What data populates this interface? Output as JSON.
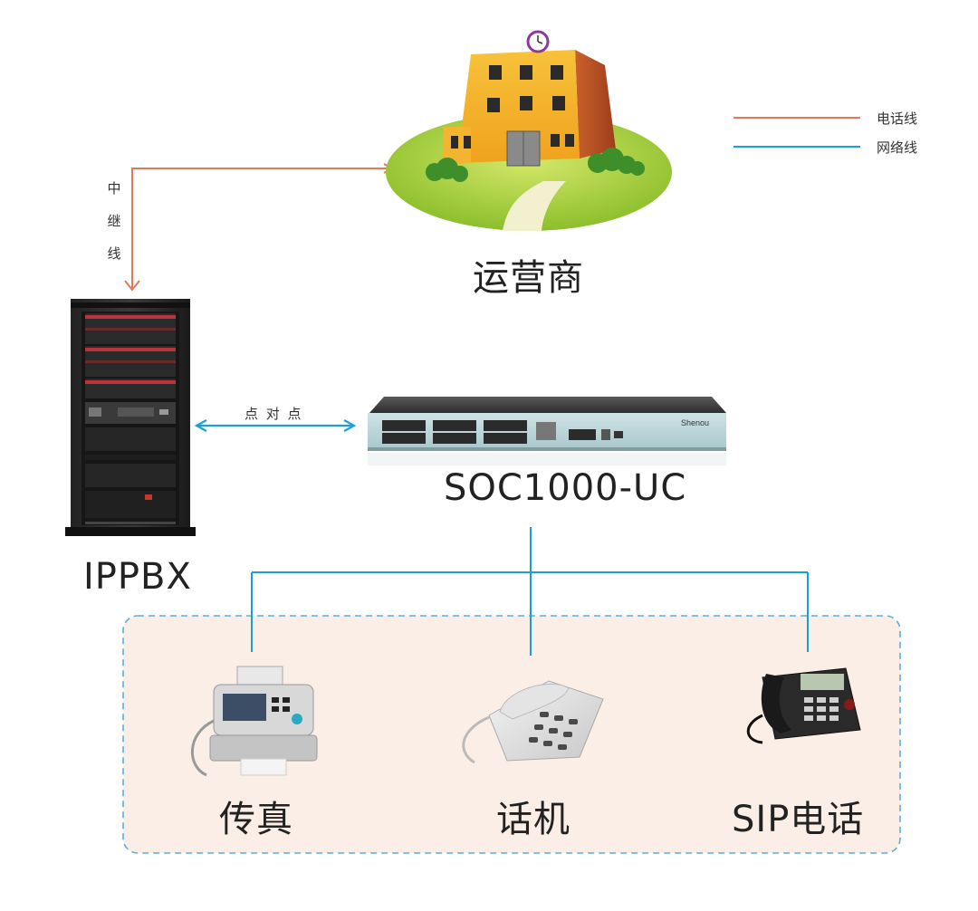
{
  "legend": {
    "phone_line": {
      "label": "电话线",
      "color": "#e0785a"
    },
    "network_line": {
      "label": "网络线",
      "color": "#1aa0d8"
    }
  },
  "nodes": {
    "carrier": {
      "label": "运营商"
    },
    "ippbx": {
      "label": "IPPBX"
    },
    "gateway": {
      "label": "SOC1000-UC",
      "brand": "Shenou"
    },
    "fax": {
      "label": "传真"
    },
    "phone": {
      "label": "话机"
    },
    "sip_phone": {
      "label": "SIP电话"
    }
  },
  "edges": {
    "trunk": {
      "label": [
        "中",
        "继",
        "线"
      ]
    },
    "p2p": {
      "label": "点 对 点"
    }
  },
  "colors": {
    "terminal_bg": "#fbeee6",
    "terminal_border": "#5aaed8"
  }
}
